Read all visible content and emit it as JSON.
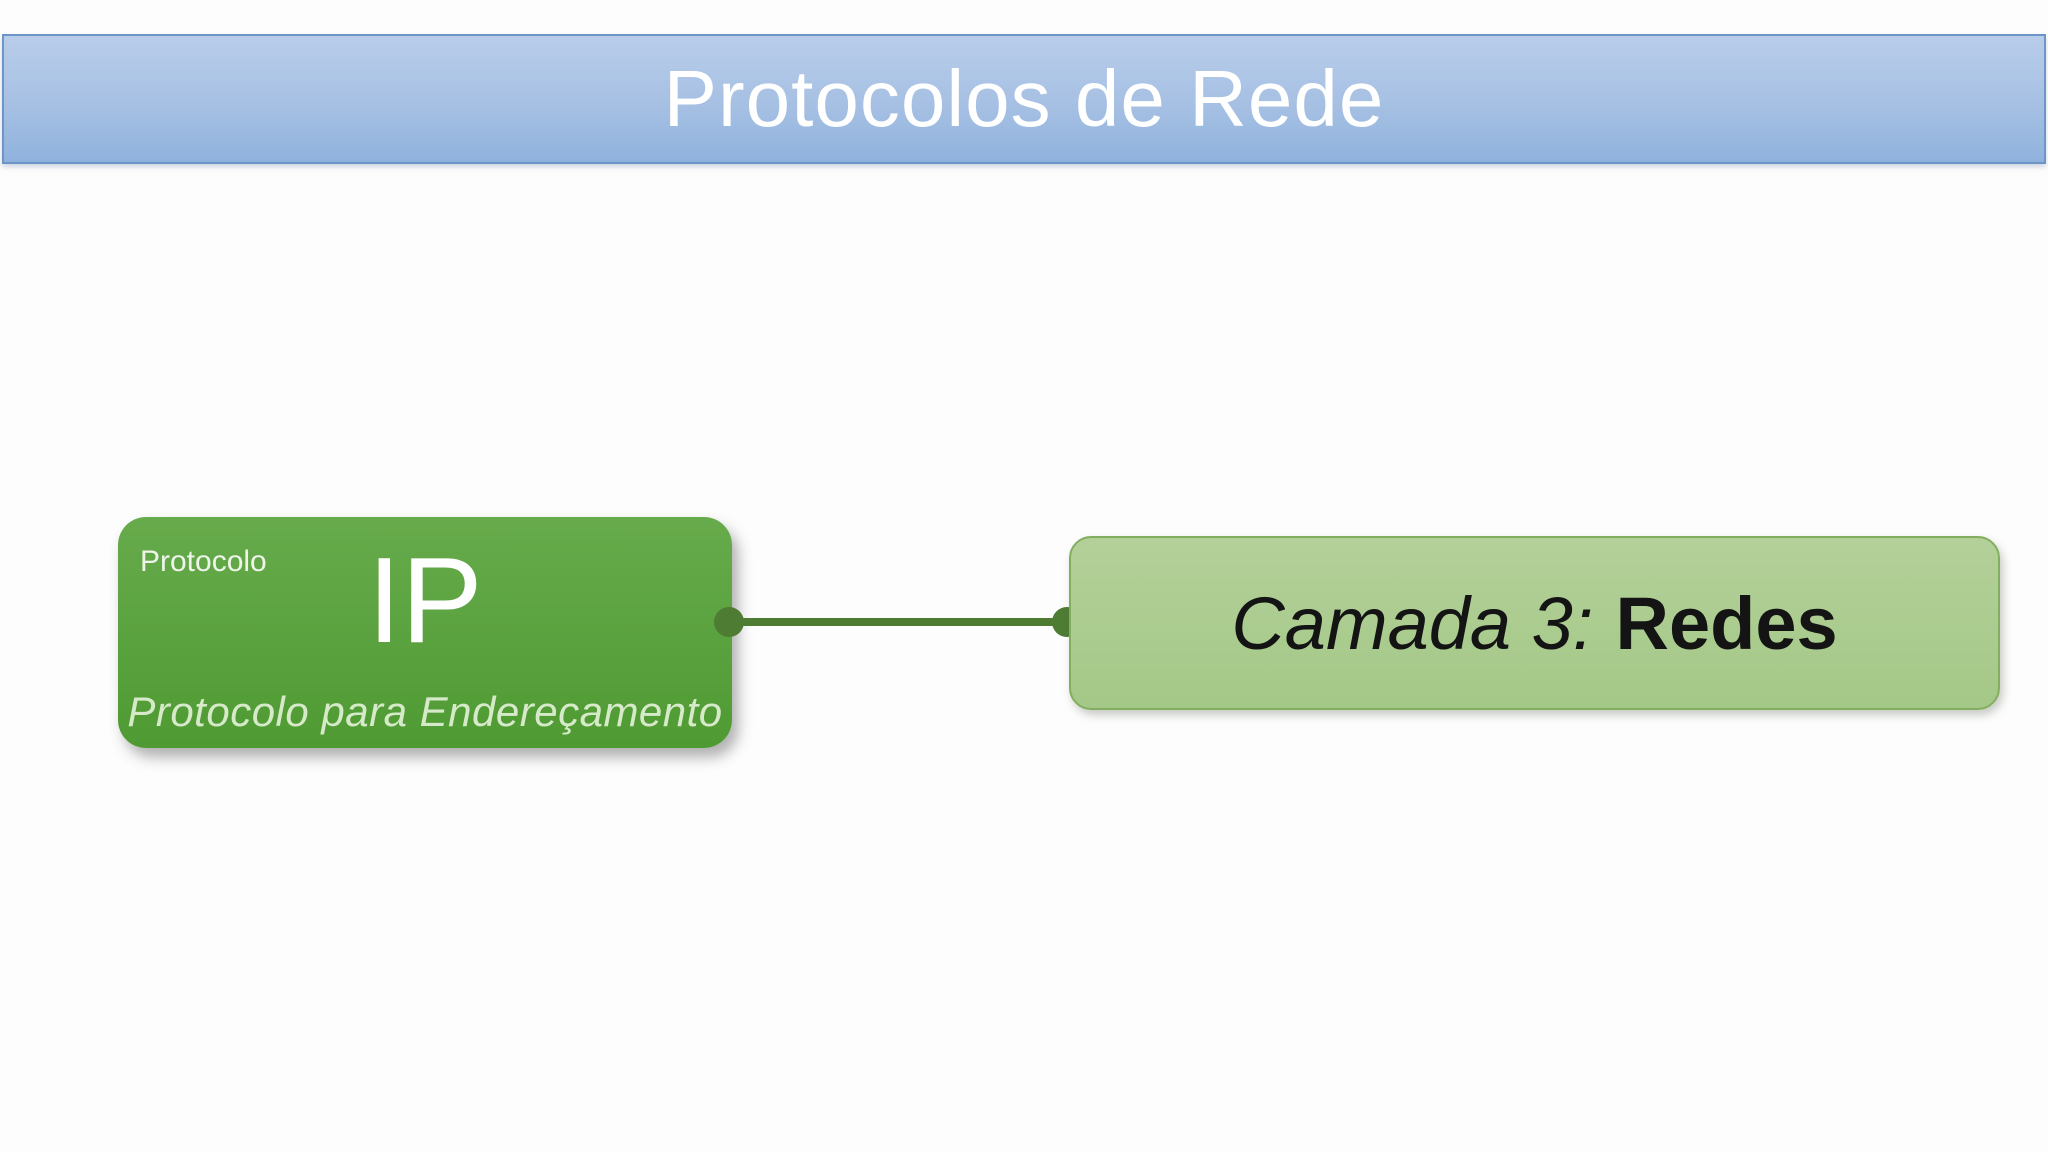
{
  "slide": {
    "title": "Protocolos de Rede"
  },
  "protocol_node": {
    "kicker": "Protocolo",
    "acronym": "IP",
    "description": "Protocolo para Endereçamento"
  },
  "layer_node": {
    "prefix": "Camada 3:",
    "name": "Redes"
  },
  "colors": {
    "background": "#fdfdfd",
    "header_fill_top": "#b9cdea",
    "header_fill_mid": "#a6c0e3",
    "header_fill_bottom": "#8fb2dd",
    "header_border": "#6e95c8",
    "title_text": "#ffffff",
    "protocol_fill_top": "#67ab4c",
    "protocol_fill_bottom": "#4f9a33",
    "protocol_label_text": "#eef4ea",
    "protocol_text": "#ffffff",
    "protocol_subtitle_text": "#d6eaca",
    "layer_fill_top": "#b3d099",
    "layer_fill_bottom": "#a4c887",
    "layer_border": "#83ae5f",
    "layer_text": "#141414",
    "connector": "#4e7c33"
  }
}
